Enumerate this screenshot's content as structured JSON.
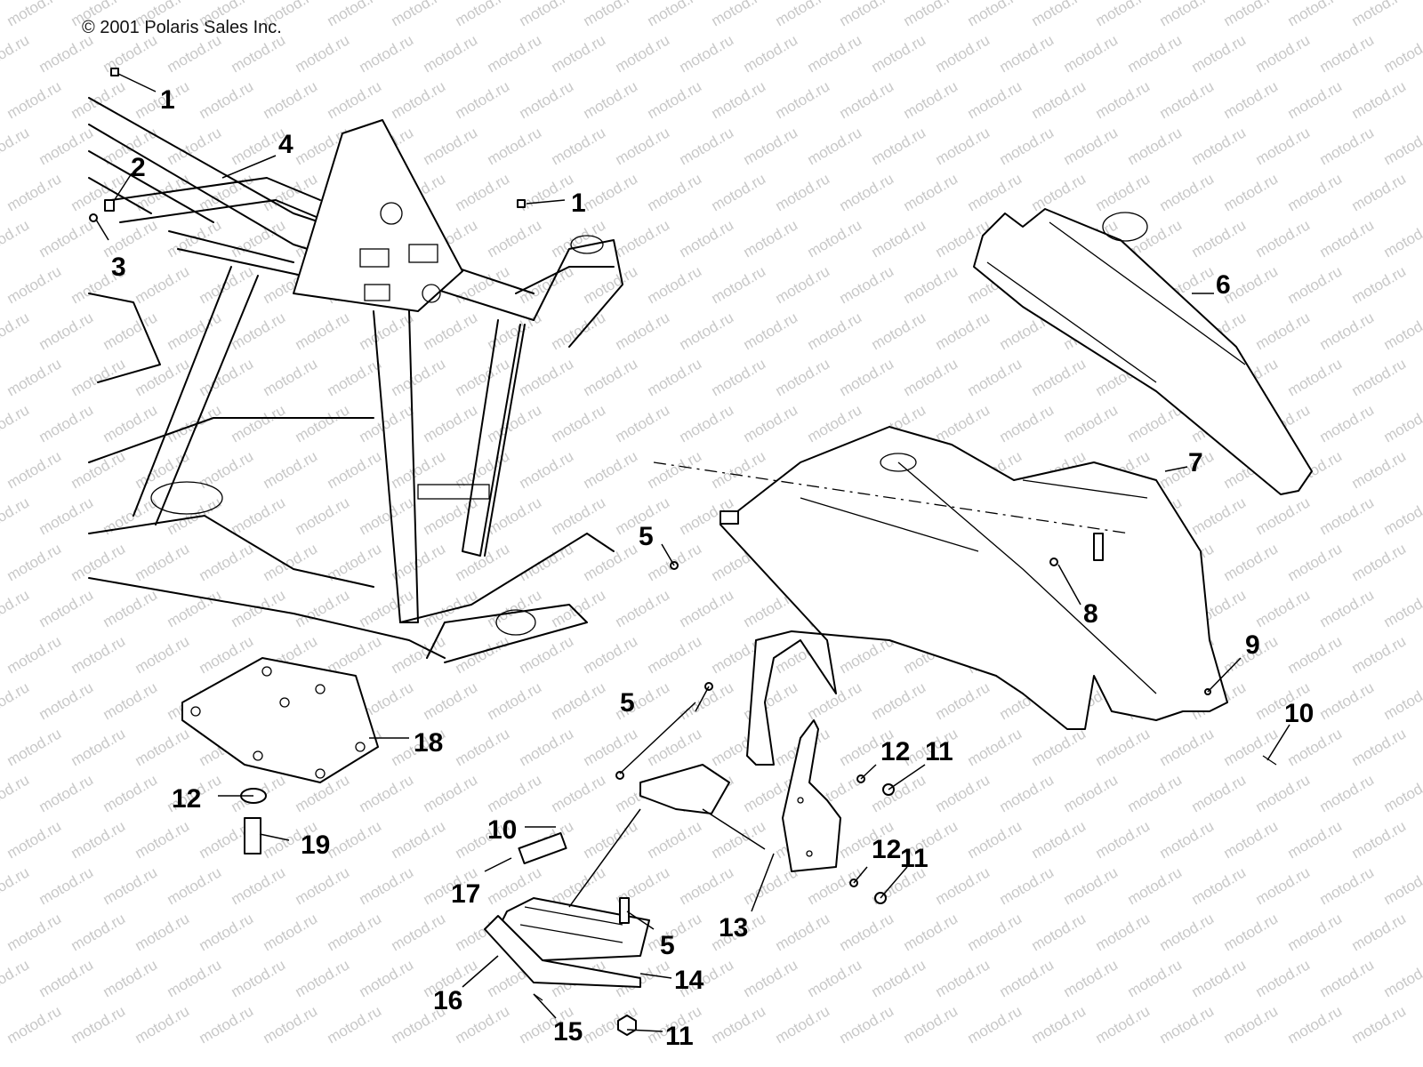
{
  "copyright": "© 2001 Polaris Sales Inc.",
  "watermark": "motod.ru",
  "callouts": [
    "1",
    "1",
    "2",
    "3",
    "4",
    "5",
    "5",
    "5",
    "6",
    "7",
    "8",
    "9",
    "10",
    "10",
    "11",
    "11",
    "11",
    "12",
    "12",
    "12",
    "13",
    "14",
    "15",
    "16",
    "17",
    "18",
    "19"
  ]
}
